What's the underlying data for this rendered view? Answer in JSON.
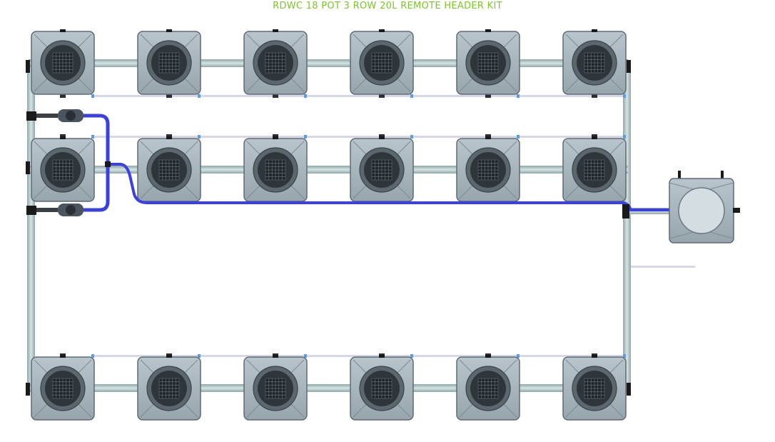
{
  "title": "RDWC 18 POT 3 ROW 20L REMOTE HEADER KIT",
  "colors": {
    "title": "#7cc52a",
    "pot_body": "#a4b1b9",
    "pot_dark": "#2c3338",
    "pipe": "#a9bcbf",
    "tube": "#3c40e0",
    "connector": "#1a1a1a",
    "drip_line": "#d6d8e8",
    "drip_nozzle": "#5a9ee0"
  },
  "diagram": {
    "rows": 3,
    "pots_per_row": 6,
    "grow_pot_icon": "grow-pot-icon",
    "header_pot_icon": "header-tank-icon"
  }
}
